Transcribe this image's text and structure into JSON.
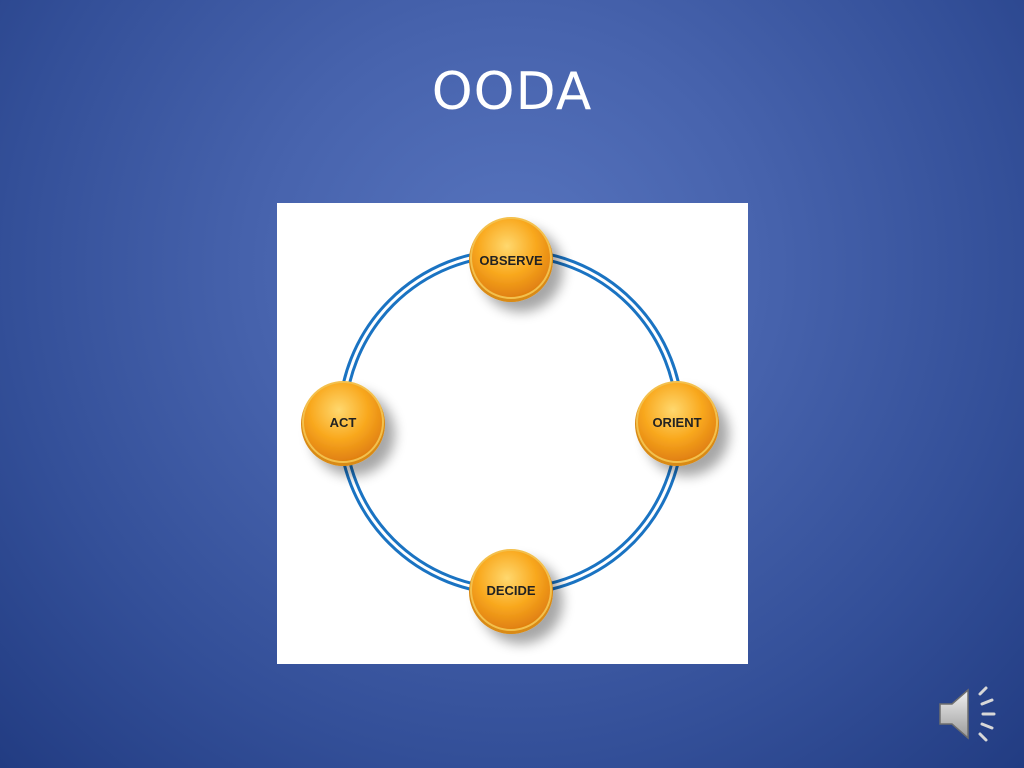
{
  "slide": {
    "title": "OODA"
  },
  "diagram": {
    "nodes": [
      {
        "id": "observe",
        "label": "OBSERVE"
      },
      {
        "id": "orient",
        "label": "ORIENT"
      },
      {
        "id": "decide",
        "label": "DECIDE"
      },
      {
        "id": "act",
        "label": "ACT"
      }
    ],
    "colors": {
      "ring": "#1a73c2",
      "node": "#f7a21b",
      "node_highlight": "#ffd36b"
    }
  },
  "audio": {
    "icon": "speaker-icon"
  }
}
